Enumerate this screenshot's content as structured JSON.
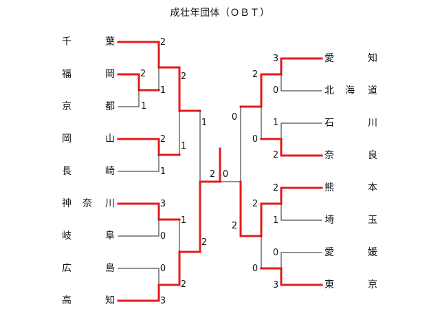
{
  "title": "成壮年団体（ＯＢＴ）",
  "colors": {
    "winner_line": "#e31b1b",
    "loser_line": "#222222"
  },
  "left_teams": [
    "千葉",
    "福岡",
    "京都",
    "岡山",
    "長崎",
    "神奈川",
    "岐阜",
    "広島",
    "高知"
  ],
  "right_teams": [
    "愛知",
    "北海道",
    "石川",
    "奈良",
    "熊本",
    "埼玉",
    "愛媛",
    "東京"
  ],
  "scores": {
    "l_chiba_r1": "2",
    "l_fuku_pre": "2",
    "l_kyoto_pre": "1",
    "l_fuku_r1": "1",
    "l_okay_r1": "2",
    "l_naga_r1": "1",
    "l_chiba_r2": "2",
    "l_okay_r2": "1",
    "l_kana_r1": "3",
    "l_gifu_r1": "0",
    "l_hiro_r1": "0",
    "l_kochi_r1": "3",
    "l_kana_r2": "1",
    "l_kochi_r2": "2",
    "l_top_semi": "1",
    "l_bot_semi": "2",
    "final_left": "2",
    "final_right": "0",
    "r_aichi_r1": "3",
    "r_hokk_r1": "0",
    "r_ishi_r1": "1",
    "r_nara_r1": "2",
    "r_kuma_r1": "2",
    "r_sait_r1": "1",
    "r_ehime_r1": "0",
    "r_tokyo_r1": "3",
    "r_aichi_r2": "2",
    "r_nara_r2": "0",
    "r_kuma_r2": "2",
    "r_tokyo_r2": "0",
    "r_top_semi": "0",
    "r_bot_semi": "2"
  }
}
